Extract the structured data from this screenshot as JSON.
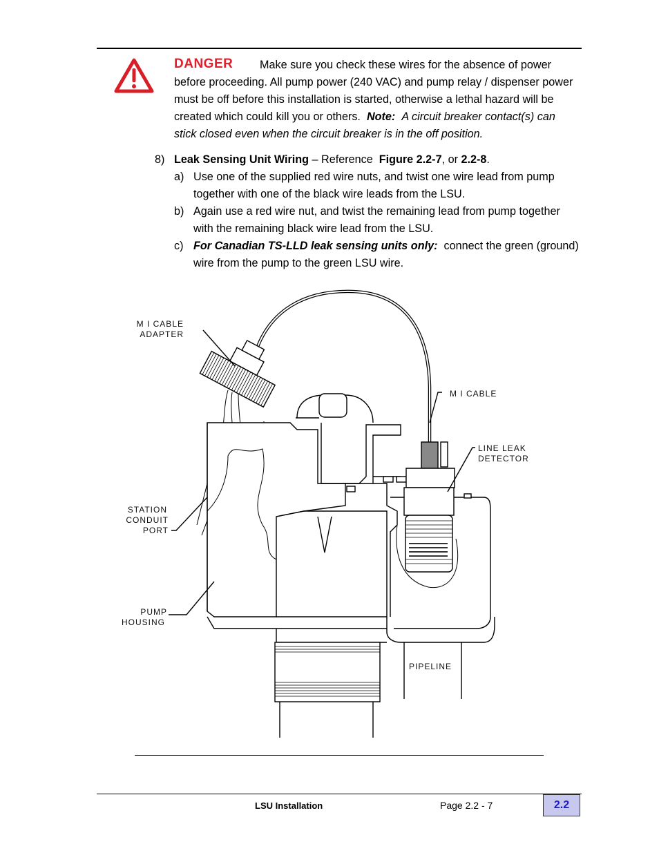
{
  "danger": {
    "label": "DANGER",
    "line1": "Make sure you check these wires for the absence of power",
    "line2": "before proceeding.  All pump power (240 VAC) and pump relay / dispenser power",
    "line3": "must be off before this installation is started, otherwise a lethal hazard will be",
    "line4_a": "created which could kill you or others.",
    "note_label": "Note:",
    "line4_b": "A circuit breaker contact(s) can",
    "line5": "stick closed even when the circuit breaker is in the off position."
  },
  "step8": {
    "num": "8)",
    "title": "Leak Sensing Unit Wiring",
    "ref_text": "– Reference",
    "fig1": "Figure 2.2-7",
    "or_text": ", or",
    "fig2": "2.2-8",
    "end": ".",
    "a_label": "a)",
    "a_line1": "Use one of the supplied red wire nuts, and twist one wire lead from pump",
    "a_line2": "together with one of the black wire leads from the LSU.",
    "b_label": "b)",
    "b_line1": "Again use a red wire nut, and twist the remaining lead from pump together",
    "b_line2": "with the remaining black wire lead from the LSU.",
    "c_label": "c)",
    "c_bold": "For Canadian TS-LLD leak sensing units only:",
    "c_line1": "connect the green (ground)",
    "c_line2": "wire from the pump to the green LSU wire."
  },
  "diagram": {
    "labels": {
      "mi_adapter_1": "M I  CABLE",
      "mi_adapter_2": "ADAPTER",
      "mi_cable": "M I  CABLE",
      "lld_1": "LINE LEAK",
      "lld_2": "DETECTOR",
      "conduit_1": "STATION",
      "conduit_2": "CONDUIT",
      "conduit_3": "PORT",
      "pump_1": "PUMP",
      "pump_2": "HOUSING",
      "pipeline": "PIPELINE"
    }
  },
  "footer": {
    "title": "LSU  Installation",
    "page": "Page    2.2 -  7",
    "section": "2.2"
  },
  "colors": {
    "danger_red": "#e0202a",
    "section_bg": "#c8c8ee",
    "section_text": "#1a1acc"
  }
}
